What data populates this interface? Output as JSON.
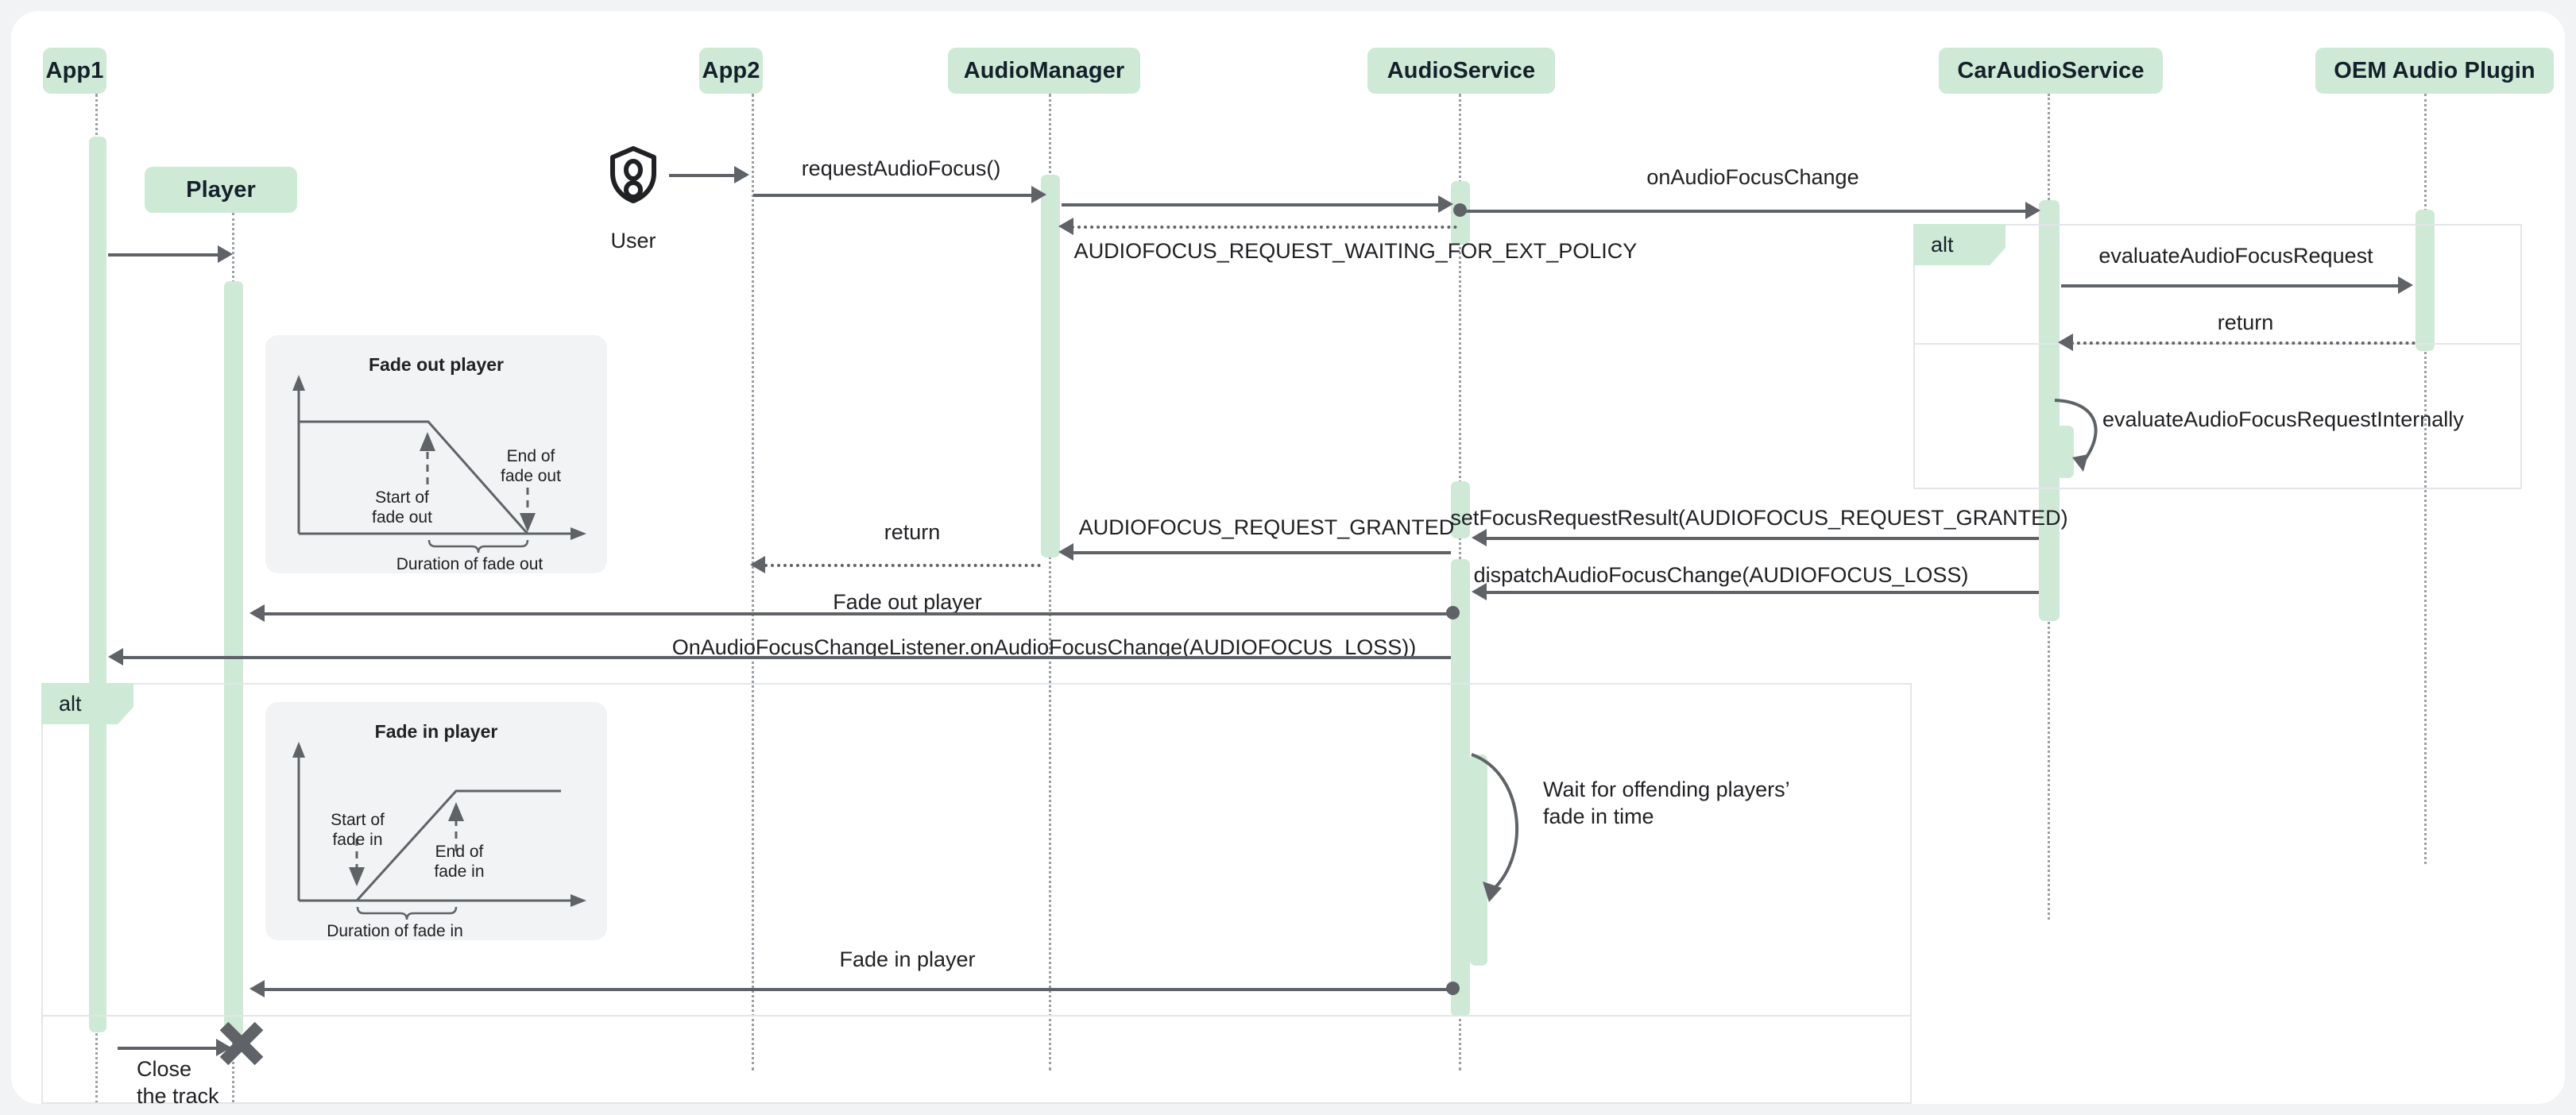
{
  "diagram": {
    "type": "uml-sequence-diagram",
    "title": "Android Automotive audio focus with fade in / fade out",
    "colors": {
      "participant_fill": "#ceead6",
      "activation_fill": "#ceead6",
      "line": "#5f6368",
      "note_fill": "#f1f3f4",
      "fragment_border": "#e3e5e8",
      "page_background": "#f1f3f4",
      "canvas_background": "#ffffff"
    },
    "participants": [
      {
        "id": "app1",
        "label": "App1"
      },
      {
        "id": "player",
        "label": "Player"
      },
      {
        "id": "app2",
        "label": "App2"
      },
      {
        "id": "audiomgr",
        "label": "AudioManager"
      },
      {
        "id": "audiosvc",
        "label": "AudioService"
      },
      {
        "id": "caraudiosvc",
        "label": "CarAudioService"
      },
      {
        "id": "oemplugin",
        "label": "OEM Audio Plugin"
      }
    ],
    "actor": {
      "label": "User",
      "icon": "user-shield-icon"
    },
    "fragments": [
      {
        "id": "alt-right",
        "label": "alt",
        "operands": 2
      },
      {
        "id": "alt-bottom",
        "label": "alt",
        "operands": 2
      }
    ],
    "messages": [
      {
        "n": 1,
        "from": "User",
        "to": "App2",
        "label": "requestAudioFocus()",
        "style": "solid"
      },
      {
        "n": 2,
        "from": "App2",
        "to": "AudioManager",
        "label": "requestAudioFocus()",
        "style": "solid"
      },
      {
        "n": 3,
        "from": "App1",
        "to": "Player",
        "label": "",
        "style": "solid"
      },
      {
        "n": 4,
        "from": "AudioManager",
        "to": "AudioService",
        "label": "",
        "style": "solid"
      },
      {
        "n": 5,
        "from": "AudioService",
        "to": "CarAudioService",
        "label": "onAudioFocusChange",
        "style": "solid"
      },
      {
        "n": 6,
        "from": "AudioService",
        "to": "AudioManager",
        "label": "AUDIOFOCUS_REQUEST_WAITING_FOR_EXT_POLICY",
        "style": "dotted"
      },
      {
        "n": 7,
        "from": "CarAudioService",
        "to": "OEM Audio Plugin",
        "label": "evaluateAudioFocusRequest",
        "style": "solid"
      },
      {
        "n": 8,
        "from": "OEM Audio Plugin",
        "to": "CarAudioService",
        "label": "return",
        "style": "dotted"
      },
      {
        "n": 9,
        "from": "CarAudioService",
        "to": "CarAudioService",
        "label": "evaluateAudioFocusRequestInternally",
        "style": "self"
      },
      {
        "n": 10,
        "from": "CarAudioService",
        "to": "AudioService",
        "label": "setFocusRequestResult(AUDIOFOCUS_REQUEST_GRANTED)",
        "style": "solid"
      },
      {
        "n": 11,
        "from": "AudioService",
        "to": "AudioManager",
        "label": "AUDIOFOCUS_REQUEST_GRANTED",
        "style": "solid"
      },
      {
        "n": 12,
        "from": "AudioManager",
        "to": "App2",
        "label": "return",
        "style": "dotted"
      },
      {
        "n": 13,
        "from": "CarAudioService",
        "to": "AudioService",
        "label": "dispatchAudioFocusChange(AUDIOFOCUS_LOSS)",
        "style": "solid"
      },
      {
        "n": 14,
        "from": "AudioService",
        "to": "Player",
        "label": "Fade out player",
        "style": "solid"
      },
      {
        "n": 15,
        "from": "AudioService",
        "to": "App1",
        "label": "OnAudioFocusChangeListener.onAudioFocusChange(AUDIOFOCUS_LOSS))",
        "style": "solid"
      },
      {
        "n": 16,
        "from": "AudioService",
        "to": "AudioService",
        "label": "Wait for offending players’ fade in time",
        "style": "self"
      },
      {
        "n": 17,
        "from": "AudioService",
        "to": "Player",
        "label": "Fade in player",
        "style": "solid"
      },
      {
        "n": 18,
        "from": "App1",
        "to": "Player",
        "label": "Close the track",
        "style": "solid",
        "destroys": "Player"
      }
    ],
    "notes": [
      {
        "id": "fade-out-note",
        "chart_data": {
          "type": "line",
          "title": "Fade out player",
          "x": [
            0,
            0.42,
            0.88,
            1.0
          ],
          "y": [
            1.0,
            1.0,
            0.0,
            0.0
          ],
          "xlabel": "",
          "ylabel": "",
          "annotations": [
            {
              "text": "Start of\nfade out",
              "points_to": "x=0.42 (knee)",
              "direction": "up"
            },
            {
              "text": "End of\nfade out",
              "points_to": "x=0.88 (zero)",
              "direction": "down"
            },
            {
              "text": "Duration of fade out",
              "type": "brace",
              "span": "0.42 to 0.88"
            }
          ]
        }
      },
      {
        "id": "fade-in-note",
        "chart_data": {
          "type": "line",
          "title": "Fade in player",
          "x": [
            0,
            0.22,
            0.62,
            1.0
          ],
          "y": [
            0.0,
            0.0,
            1.0,
            1.0
          ],
          "xlabel": "",
          "ylabel": "",
          "annotations": [
            {
              "text": "Start of\nfade in",
              "points_to": "x=0.22 (knee)",
              "direction": "down"
            },
            {
              "text": "End of\nfade in",
              "points_to": "x=0.62 (top)",
              "direction": "up"
            },
            {
              "text": "Duration of fade in",
              "type": "brace",
              "span": "0.22 to 0.62"
            }
          ]
        }
      }
    ],
    "note_text": {
      "fade_out": {
        "title": "Fade out player",
        "start": "Start of",
        "start2": "fade out",
        "end": "End of",
        "end2": "fade out",
        "duration": "Duration of fade out"
      },
      "fade_in": {
        "title": "Fade in player",
        "start": "Start of",
        "start2": "fade in",
        "end": "End of",
        "end2": "fade in",
        "duration": "Duration of fade in"
      }
    },
    "labels": {
      "request_audio_focus": "requestAudioFocus()",
      "audiofocus_waiting": "AUDIOFOCUS_REQUEST_WAITING_FOR_EXT_POLICY",
      "on_audio_focus_change": "onAudioFocusChange",
      "evaluate_request": "evaluateAudioFocusRequest",
      "return": "return",
      "return2": "return",
      "evaluate_internally": "evaluateAudioFocusRequestInternally",
      "set_focus_result": "setFocusRequestResult(AUDIOFOCUS_REQUEST_GRANTED)",
      "granted": "AUDIOFOCUS_REQUEST_GRANTED",
      "dispatch_loss": "dispatchAudioFocusChange(AUDIOFOCUS_LOSS)",
      "fade_out_player": "Fade out player",
      "listener_loss": "OnAudioFocusChangeListener.onAudioFocusChange(AUDIOFOCUS_LOSS))",
      "wait_line1": "Wait for offending players’",
      "wait_line2": "fade in time",
      "fade_in_player": "Fade in player",
      "close_line1": "Close",
      "close_line2": "the track",
      "alt_right": "alt",
      "alt_bottom": "alt",
      "user": "User"
    }
  }
}
